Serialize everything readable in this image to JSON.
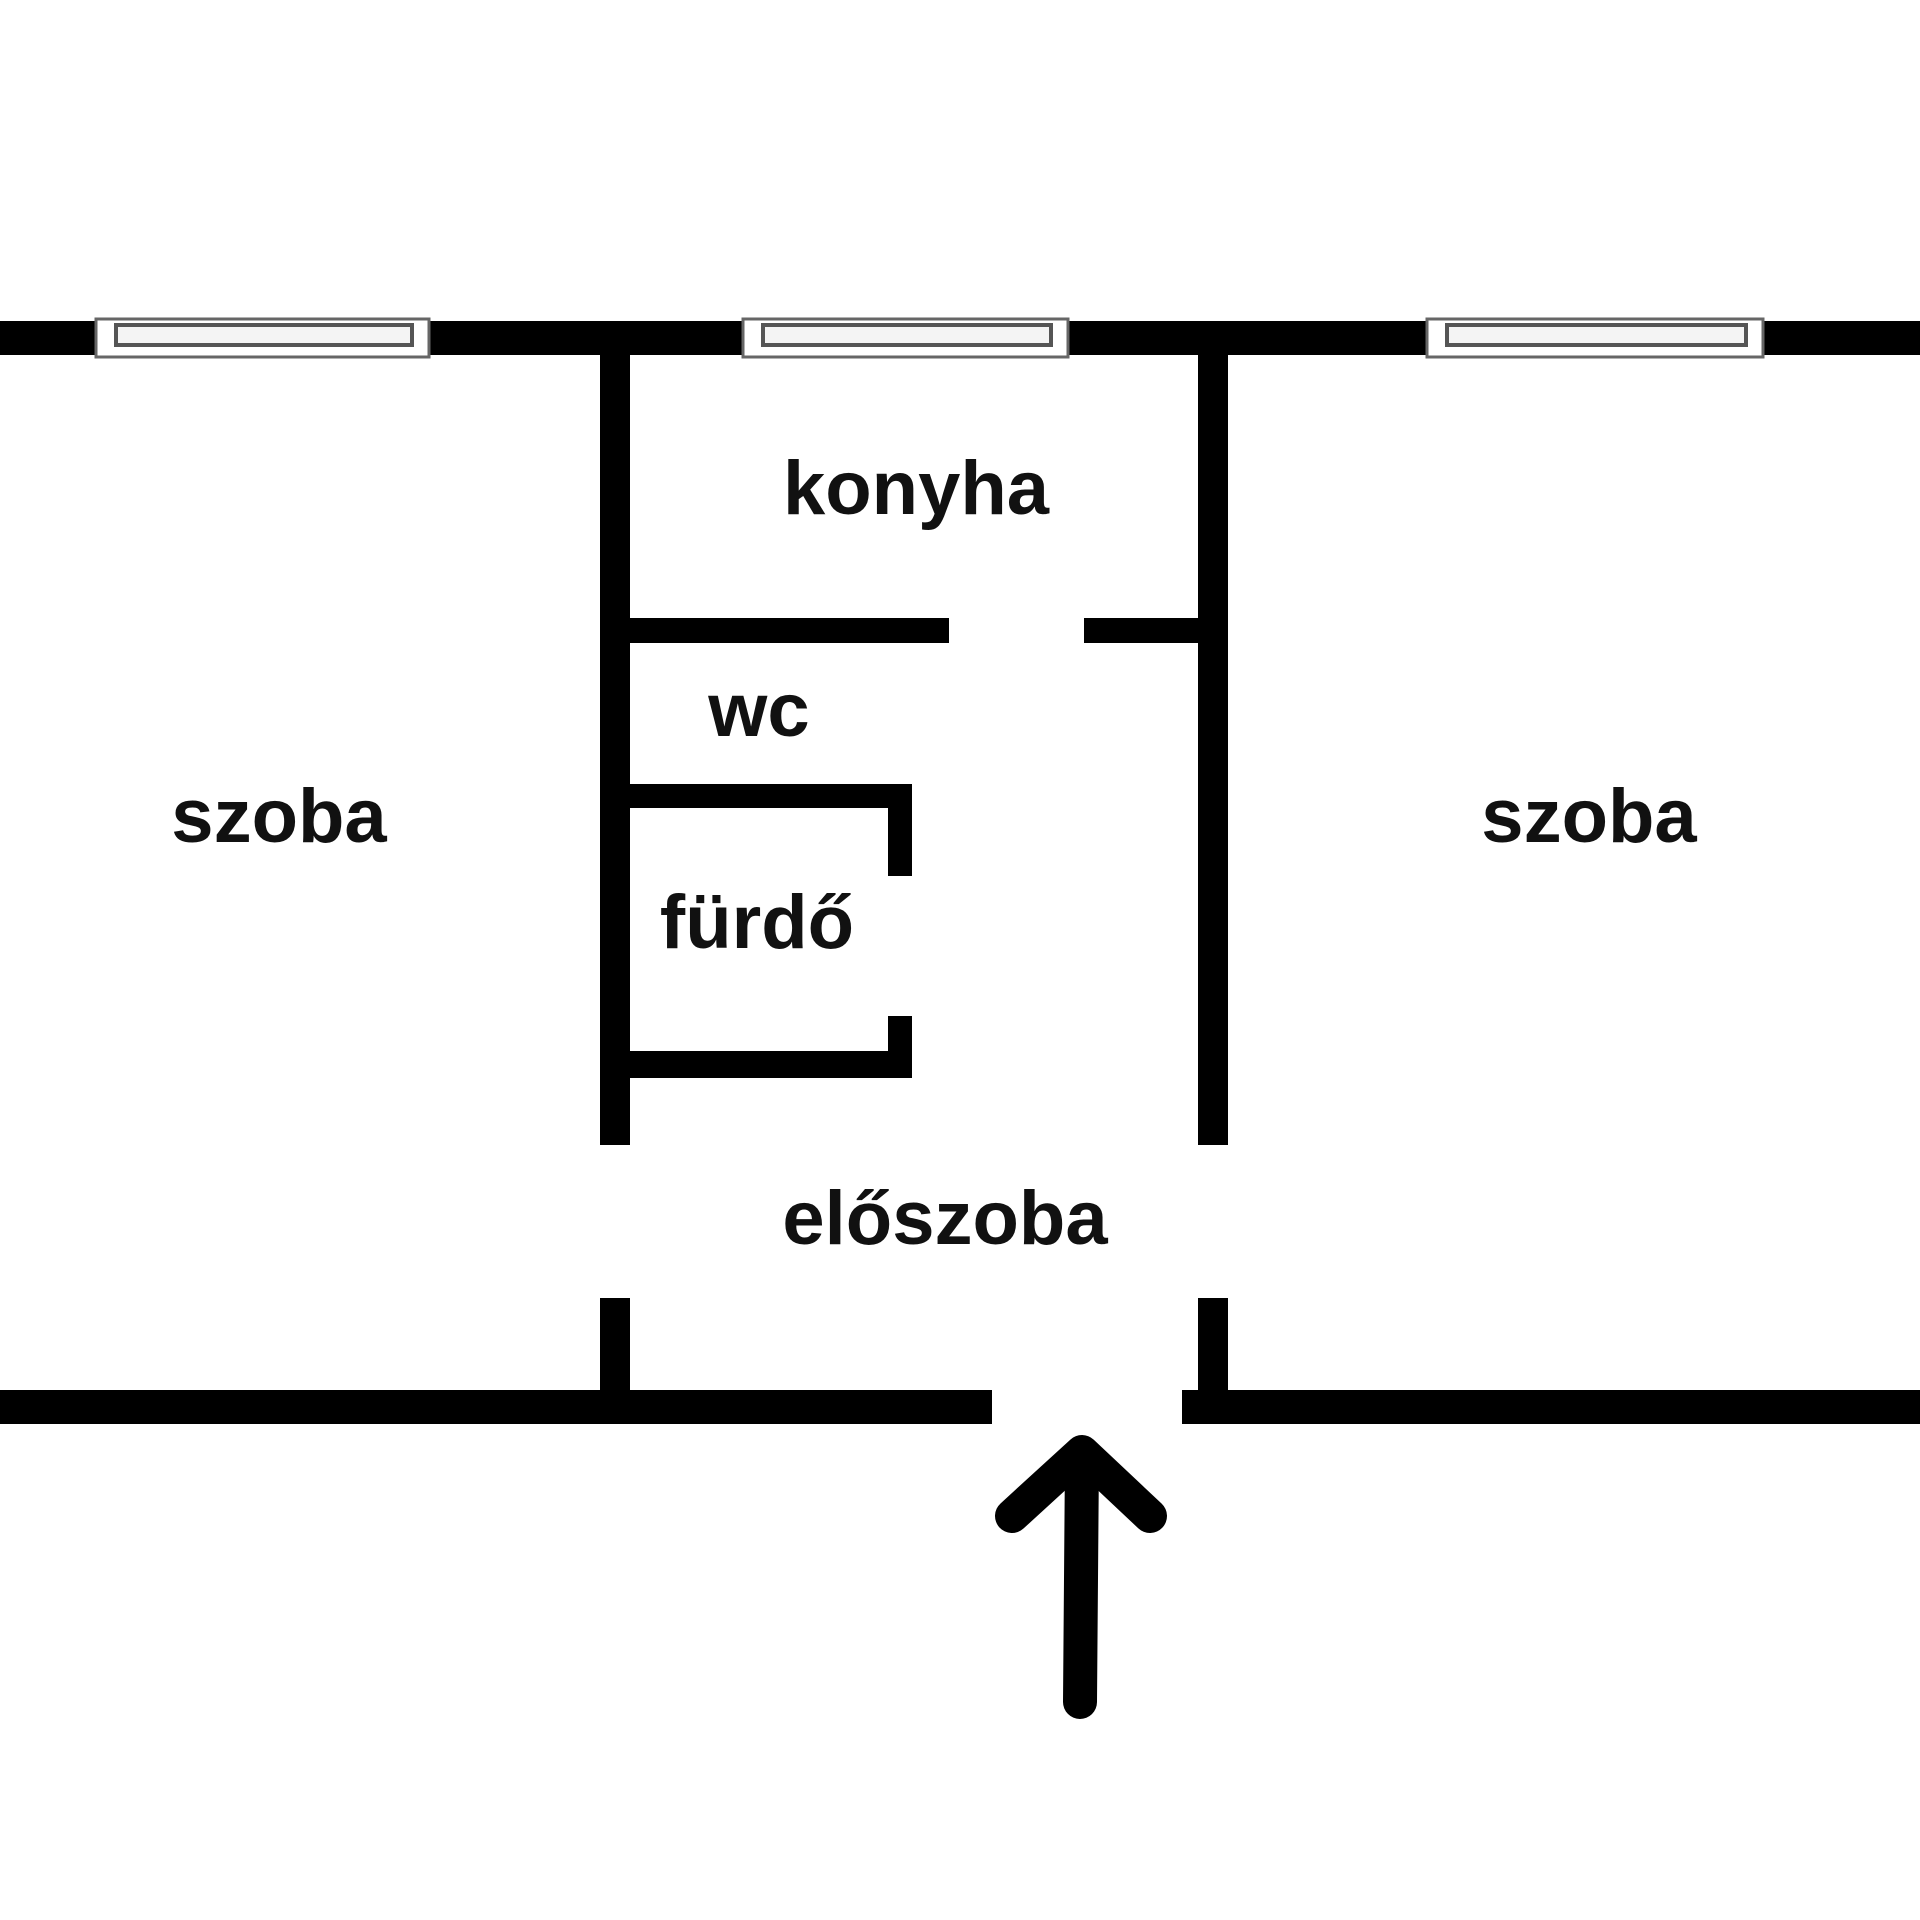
{
  "rooms": {
    "left_room": "szoba",
    "kitchen": "konyha",
    "wc": "wc",
    "bathroom": "fürdő",
    "hall": "előszoba",
    "right_room": "szoba"
  },
  "colors": {
    "wall": "#000000",
    "background": "#ffffff"
  }
}
